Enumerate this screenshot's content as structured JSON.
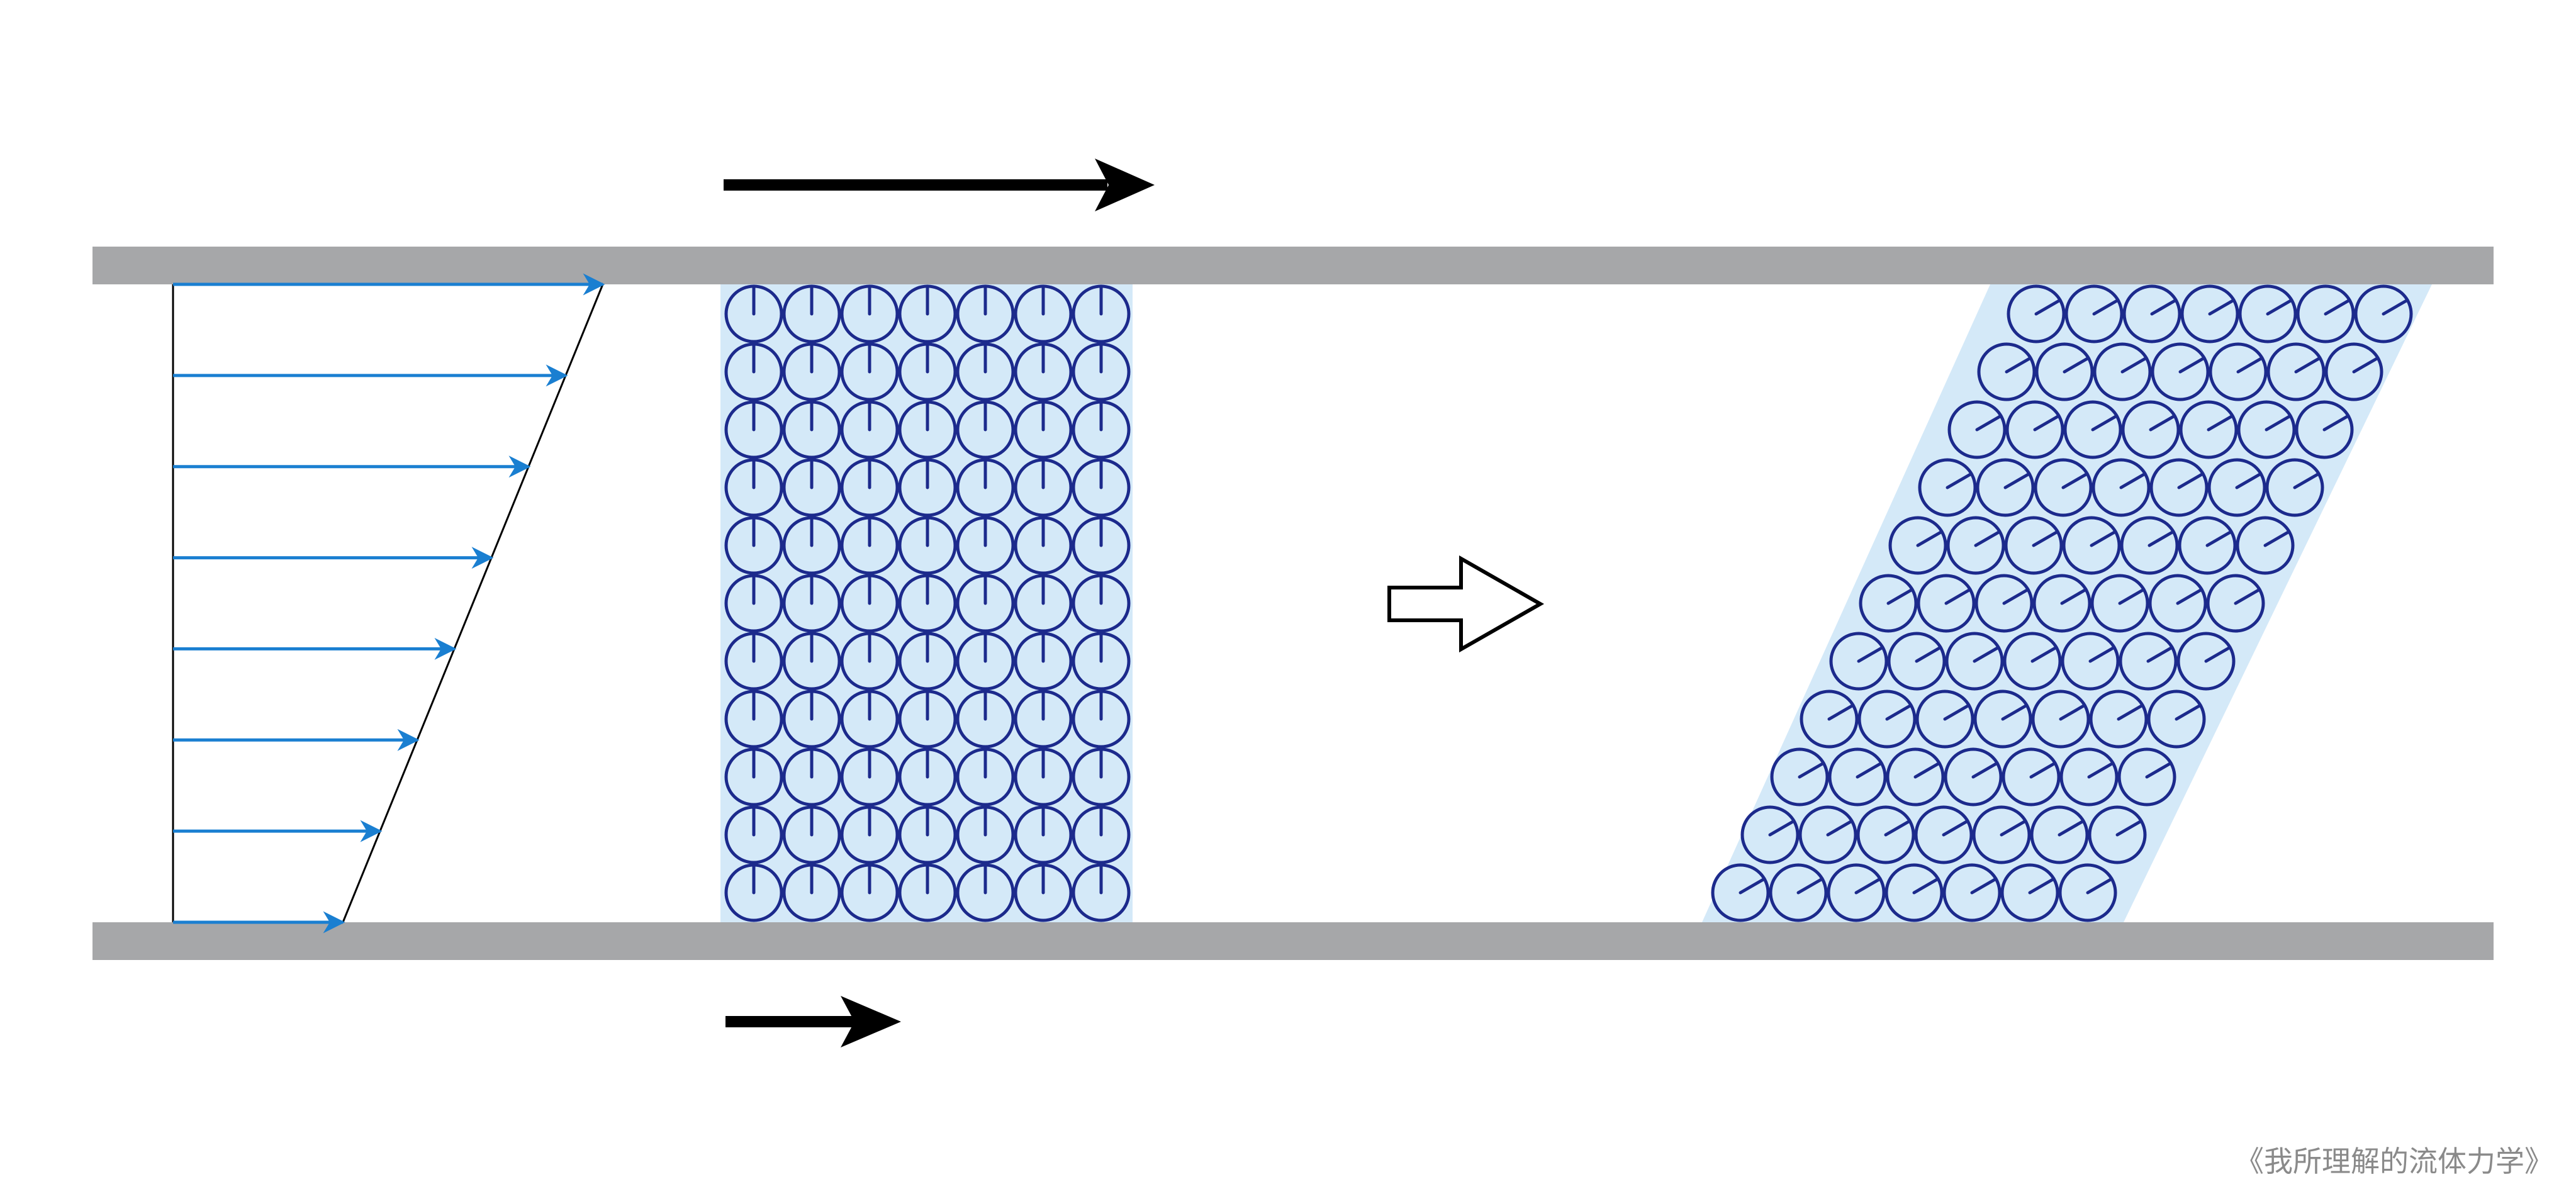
{
  "caption": "《我所理解的流体力学》",
  "colors": {
    "plate": "#a6a7a9",
    "velocity_arrow": "#1a7fd1",
    "profile_line": "#000000",
    "particle_fill": "#d4e9f8",
    "particle_stroke": "#1c2a8c",
    "fluid_band": "#d4e9f8",
    "flow_arrow": "#000000"
  },
  "icons": {
    "top_plate_motion": "arrow-right-icon",
    "bottom_plate_motion": "arrow-right-icon",
    "transition": "hollow-arrow-right-icon"
  },
  "particles": {
    "rows": 11,
    "columns": 7,
    "initial_marker_angle_deg": 90,
    "sheared_marker_angle_deg": 30
  },
  "velocity_profile": {
    "arrows": 8
  }
}
